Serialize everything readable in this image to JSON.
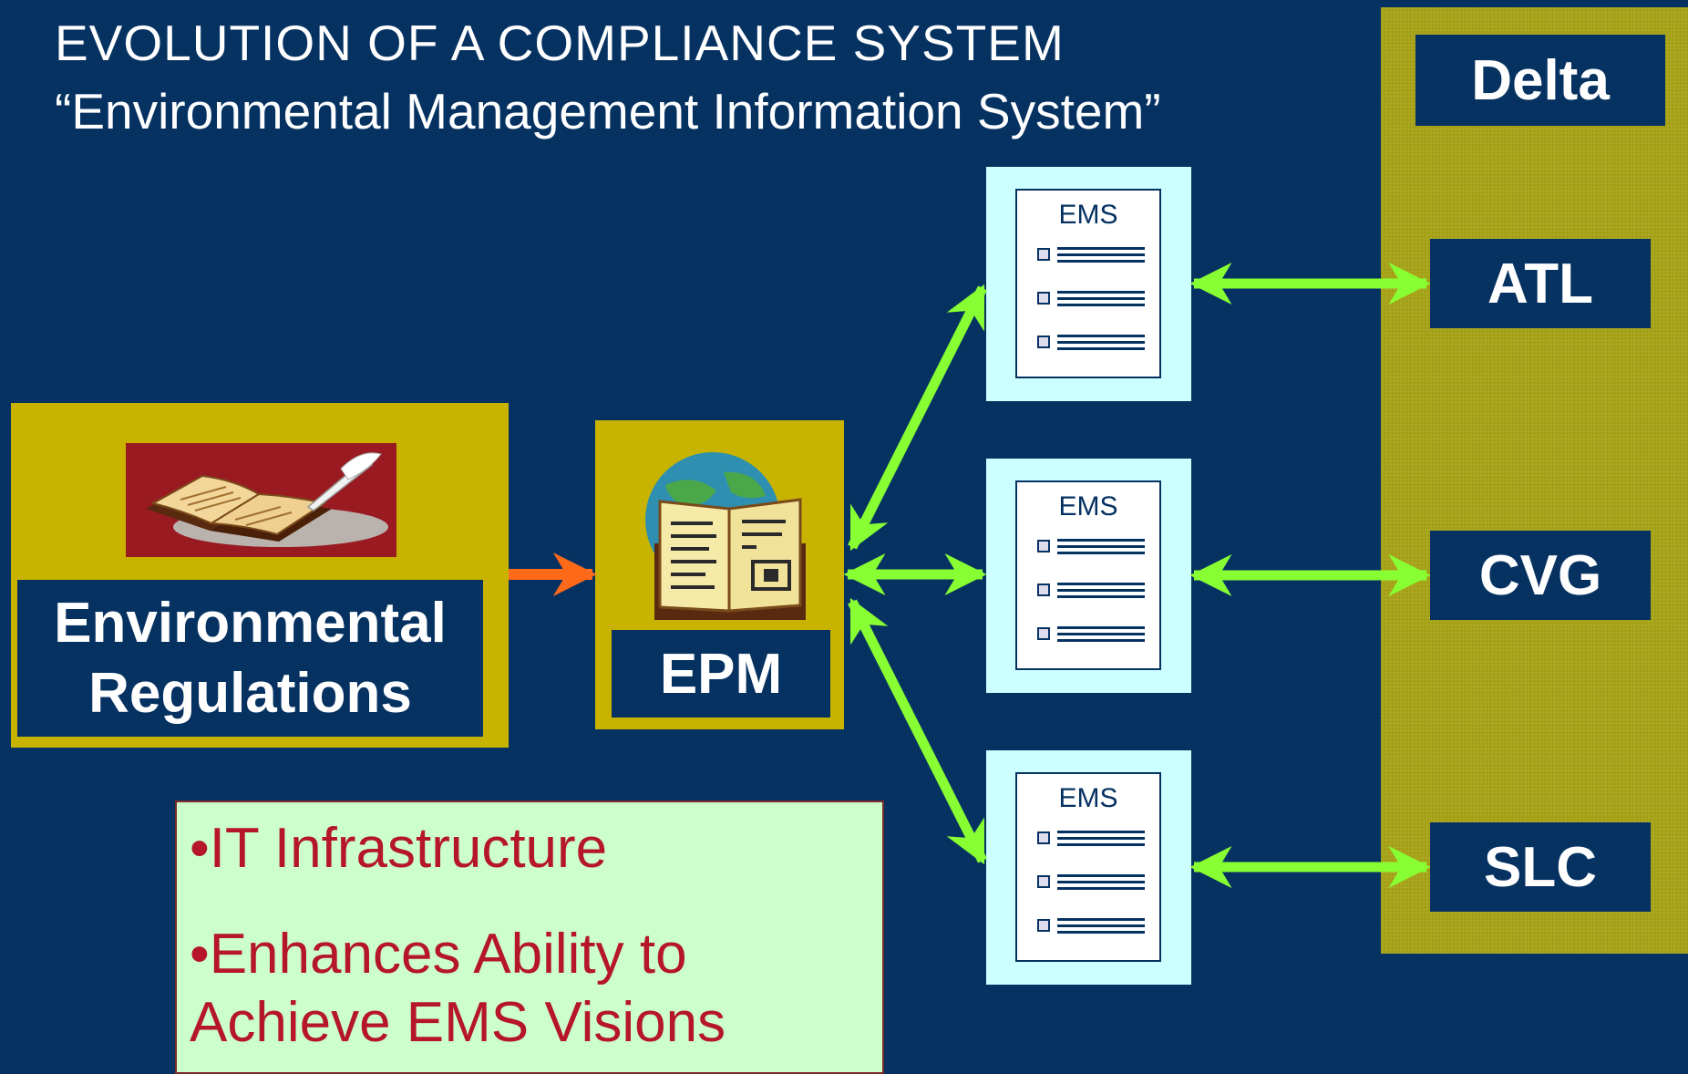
{
  "title": {
    "line1": "EVOLUTION OF A COMPLIANCE SYSTEM",
    "line2": "“Environmental Management Information System”"
  },
  "sites": [
    "Delta",
    "ATL",
    "CVG",
    "SLC"
  ],
  "ems_label": "EMS",
  "regulations": {
    "line1": "Environmental",
    "line2": "Regulations"
  },
  "epm": {
    "label": "EPM"
  },
  "notes": {
    "item1": "•IT Infrastructure",
    "item2_line1": "•Enhances Ability to",
    "item2_line2": "Achieve EMS Visions"
  },
  "colors": {
    "background": "#063262",
    "gold": "#c8b400",
    "ems_panel": "#ccffff",
    "arrow_green": "#88ff33",
    "arrow_orange": "#ff6a1a",
    "note_text": "#b5162a",
    "note_bg": "#ccffcc"
  },
  "icons": [
    "open-book-quill-icon",
    "globe-book-icon",
    "document-checklist-icon"
  ]
}
